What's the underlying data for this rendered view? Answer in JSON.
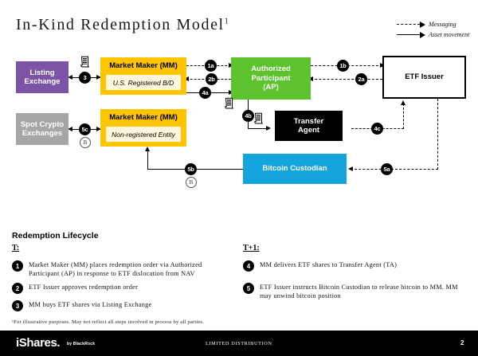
{
  "slide": {
    "title": "In-Kind Redemption Model",
    "title_superscript": "1",
    "footnote": "¹For illustrative purposes.  May not reflect all steps involved in process by all parties."
  },
  "legend": {
    "items": [
      {
        "style": "dashed",
        "label": "Messaging"
      },
      {
        "style": "solid",
        "label": "Asset movement"
      }
    ]
  },
  "diagram": {
    "nodes": {
      "listing_exchange": {
        "label": "Listing\nExchange",
        "color": "#7C54A5"
      },
      "spot_crypto": {
        "label": "Spot Crypto\nExchanges",
        "color": "#A6A6A6"
      },
      "market_maker_bd": {
        "title": "Market Maker (MM)",
        "subtitle": "U.S. Registered B/D",
        "color": "#FFC400"
      },
      "market_maker_nonreg": {
        "title": "Market Maker (MM)",
        "subtitle": "Non-registered Entity",
        "color": "#FFC400"
      },
      "authorized_participant": {
        "label": "Authorized\nParticipant\n(AP)",
        "color": "#5CC22D"
      },
      "etf_issuer": {
        "label": "ETF Issuer",
        "color": "#FFFFFF"
      },
      "transfer_agent": {
        "label": "Transfer\nAgent",
        "color": "#000000"
      },
      "bitcoin_custodian": {
        "label": "Bitcoin Custodian",
        "color": "#13A5DC"
      }
    },
    "badges": {
      "b1a": "1a",
      "b1b": "1b",
      "b2a": "2a",
      "b2b": "2b",
      "b3": "3",
      "b4a": "4a",
      "b4b": "4b",
      "b4c": "4c",
      "b5a": "5a",
      "b5b": "5b",
      "b5c": "5c",
      "btc_symbol": "B"
    }
  },
  "lifecycle": {
    "heading": "Redemption Lifecycle",
    "columns": [
      {
        "header": "T:",
        "steps": [
          {
            "num": "1",
            "text": "Market Maker (MM) places redemption order via Authorized Participant (AP) in response to ETF dislocation from NAV"
          },
          {
            "num": "2",
            "text": "ETF Issuer approves redemption order"
          },
          {
            "num": "3",
            "text": "MM buys ETF shares via Listing Exchange"
          }
        ]
      },
      {
        "header": "T+1:",
        "steps": [
          {
            "num": "4",
            "text": "MM delivers ETF shares to Transfer Agent (TA)"
          },
          {
            "num": "5",
            "text": "ETF Issuer instructs Bitcoin Custodian to release bitcoin to MM. MM may unwind bitcoin position"
          }
        ]
      }
    ]
  },
  "footer": {
    "brand": "iShares",
    "brand_dot": ".",
    "by": "by BlackRock",
    "distribution": "LIMITED DISTRIBUTION",
    "page_number": "2"
  }
}
